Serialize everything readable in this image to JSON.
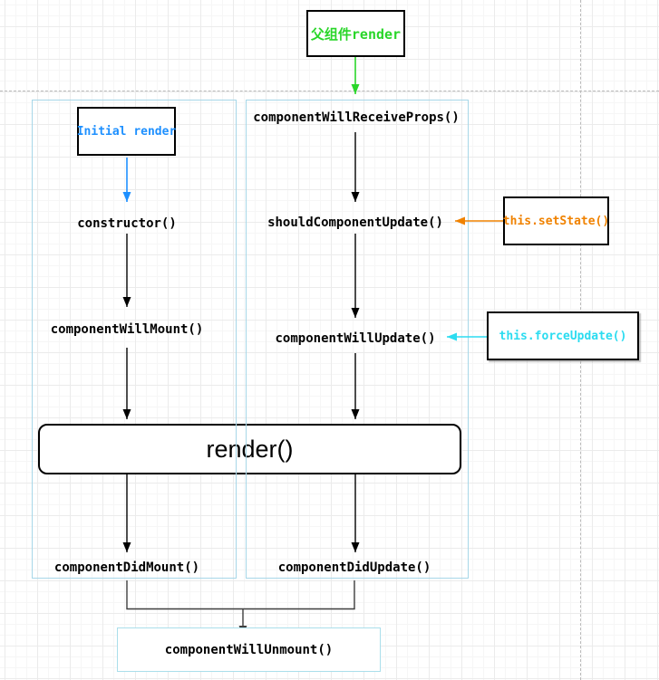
{
  "diagram": {
    "parent_render_label": "父组件render",
    "initial_render_label": "Initial render",
    "constructor_label": "constructor()",
    "component_will_mount_label": "componentWillMount()",
    "component_did_mount_label": "componentDidMount()",
    "component_will_receive_props_label": "componentWillReceiveProps()",
    "should_component_update_label": "shouldComponentUpdate()",
    "component_will_update_label": "componentWillUpdate()",
    "component_did_update_label": "componentDidUpdate()",
    "render_label": "render()",
    "set_state_label": "this.setState()",
    "force_update_label": "this.forceUpdate()",
    "component_will_unmount_label": "componentWillUnmount()"
  },
  "colors": {
    "green": "#2ad62a",
    "blue": "#1e90ff",
    "orange": "#f08200",
    "cyan": "#2bdcf0",
    "container_border": "#a7d7e8",
    "unmount_border": "#aadeeb",
    "arrow_black": "#000000",
    "junction_gray": "#3f3f3f",
    "grid_minor": "#f6f6f6",
    "grid_major": "#ebebeb",
    "page_break": "#bbbbbb",
    "box_border": "#000000",
    "text": "#000000"
  }
}
